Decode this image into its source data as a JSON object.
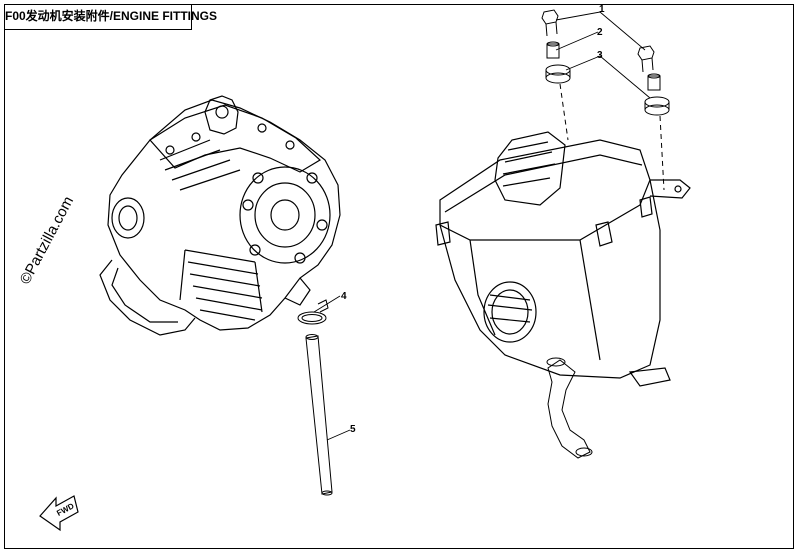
{
  "header": {
    "title": "F00发动机安装附件/ENGINE FITTINGS"
  },
  "watermark": {
    "text": "©Partzilla.com"
  },
  "callouts": {
    "c1": "1",
    "c2": "2",
    "c3": "3",
    "c4": "4",
    "c5": "5"
  },
  "direction_arrow": {
    "label": "FWD"
  },
  "colors": {
    "line": "#000000",
    "background": "#ffffff"
  }
}
